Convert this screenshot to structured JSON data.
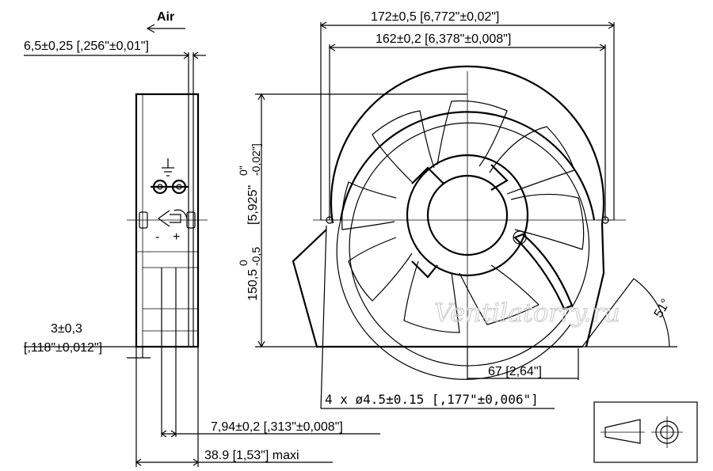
{
  "labels": {
    "air": "Air",
    "width_outer": "172±0,5 [6,772\"±0,02\"]",
    "width_holes": "162±0,2 [6,378\"±0,008\"]",
    "side_top": "6,5±0,25 [,256\"±0,01\"]",
    "height_tol_top": "0",
    "height_tol_bottom": "-0,5",
    "height_value": "150,5",
    "height_inch": "[5,925\"",
    "height_inch_tol_top": "0\"",
    "height_inch_tol_bottom": "-0,02\"]",
    "flange_line1": "3±0,3",
    "flange_line2": "[,118\"±0,012\"]",
    "box_67": "67 [2,64\"]",
    "angle": "51°",
    "holes": "4 x ø4.5±0.15 [,177\"±0,006\"]",
    "depth_794": "7,94±0,2 [,313\"±0,008\"]",
    "depth_max": "38.9 [1,53\"] maxi",
    "terminal_minus": "-",
    "terminal_plus": "+",
    "watermark": "Ventilatorry.ru"
  },
  "colors": {
    "line": "#000000",
    "watermark": "#c8c8c8",
    "background": "#ffffff"
  },
  "icons": {
    "air_arrow": "arrow-left-icon",
    "ground": "ground-symbol-icon",
    "projection": "projection-symbol-icon",
    "flow": "flow-direction-icon"
  }
}
